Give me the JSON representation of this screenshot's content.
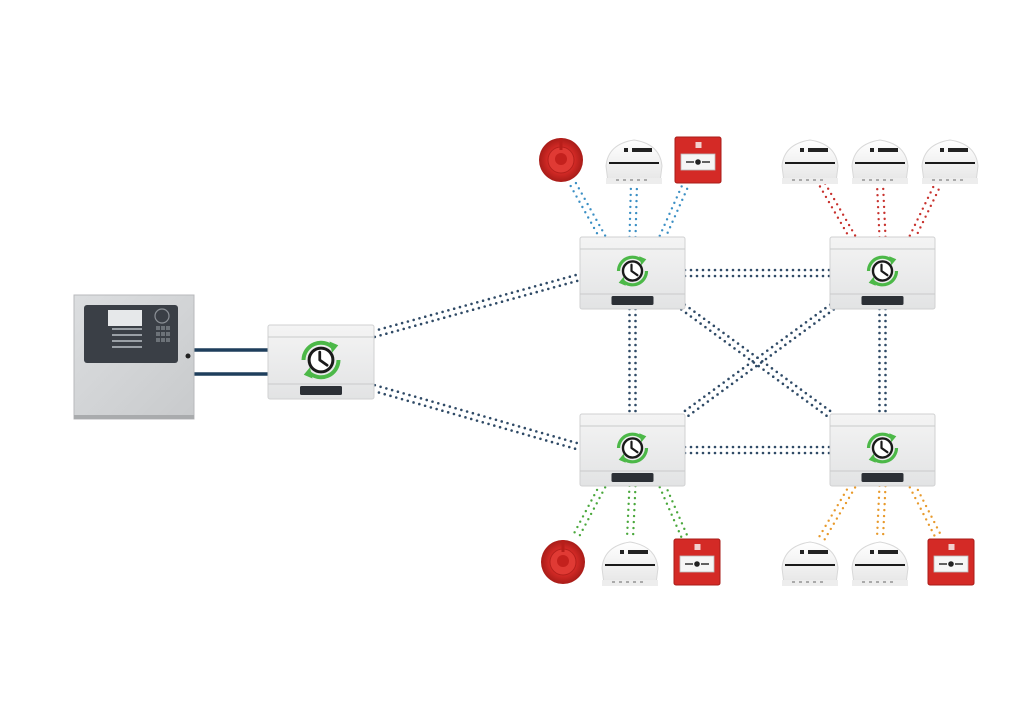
{
  "diagram": {
    "type": "fire-alarm-network",
    "colors": {
      "background": "#ffffff",
      "panel_body": "#d4d6d8",
      "panel_screen": "#3a3f46",
      "wired_link": "#1e3e5c",
      "network_link": "#2f4a66",
      "module_body": "#eceded",
      "module_icon_ring": "#4cb848",
      "module_icon_face": "#1a1a1a",
      "loop_a": "#3b8fc4",
      "loop_b": "#c8322e",
      "loop_c": "#4aa83c",
      "loop_d": "#e89a2c",
      "device_red": "#d42a26",
      "device_white": "#f4f4f4"
    },
    "nodes": [
      {
        "id": "control-panel",
        "kind": "fire-control-panel"
      },
      {
        "id": "gateway-module",
        "kind": "network-module",
        "icon": "clock-sync-icon"
      },
      {
        "id": "module-top-left",
        "kind": "network-module",
        "icon": "clock-sync-icon",
        "loop": "loop_a"
      },
      {
        "id": "module-top-right",
        "kind": "network-module",
        "icon": "clock-sync-icon",
        "loop": "loop_b"
      },
      {
        "id": "module-bottom-left",
        "kind": "network-module",
        "icon": "clock-sync-icon",
        "loop": "loop_c"
      },
      {
        "id": "module-bottom-right",
        "kind": "network-module",
        "icon": "clock-sync-icon",
        "loop": "loop_d"
      }
    ],
    "device_groups": [
      {
        "module": "module-top-left",
        "loop": "loop_a",
        "devices": [
          "sounder",
          "smoke-detector",
          "call-point"
        ]
      },
      {
        "module": "module-top-right",
        "loop": "loop_b",
        "devices": [
          "smoke-detector",
          "smoke-detector",
          "smoke-detector"
        ]
      },
      {
        "module": "module-bottom-left",
        "loop": "loop_c",
        "devices": [
          "sounder",
          "smoke-detector",
          "call-point"
        ]
      },
      {
        "module": "module-bottom-right",
        "loop": "loop_d",
        "devices": [
          "smoke-detector",
          "smoke-detector",
          "call-point"
        ]
      }
    ],
    "links": [
      {
        "from": "control-panel",
        "to": "gateway-module",
        "style": "solid"
      },
      {
        "from": "gateway-module",
        "to": "module-top-left",
        "style": "dotted"
      },
      {
        "from": "gateway-module",
        "to": "module-bottom-left",
        "style": "dotted"
      },
      {
        "from": "module-top-left",
        "to": "module-top-right",
        "style": "dotted"
      },
      {
        "from": "module-bottom-left",
        "to": "module-bottom-right",
        "style": "dotted"
      },
      {
        "from": "module-top-left",
        "to": "module-bottom-left",
        "style": "dotted"
      },
      {
        "from": "module-top-right",
        "to": "module-bottom-right",
        "style": "dotted"
      },
      {
        "from": "module-top-left",
        "to": "module-bottom-right",
        "style": "dotted"
      },
      {
        "from": "module-top-right",
        "to": "module-bottom-left",
        "style": "dotted"
      }
    ]
  }
}
